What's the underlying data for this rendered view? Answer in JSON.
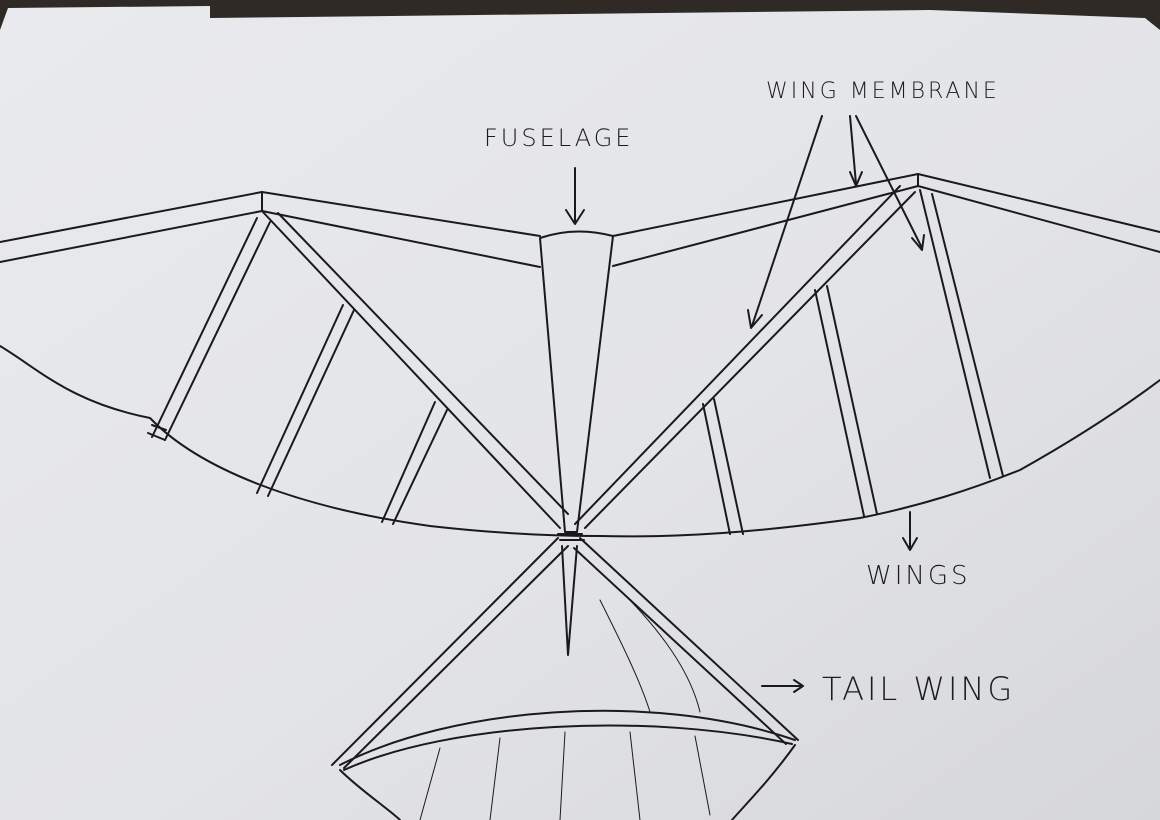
{
  "labels": {
    "fuselage": "FUSELAGE",
    "wing_membrane": "WING MEMBRANE",
    "wings": "WINGS",
    "tail_wing": "TAIL WING"
  },
  "tail_arrow": "→",
  "colors": {
    "paper": "#e6e7e9",
    "ink": "#1a1a1a",
    "background": "#2f2a26"
  }
}
